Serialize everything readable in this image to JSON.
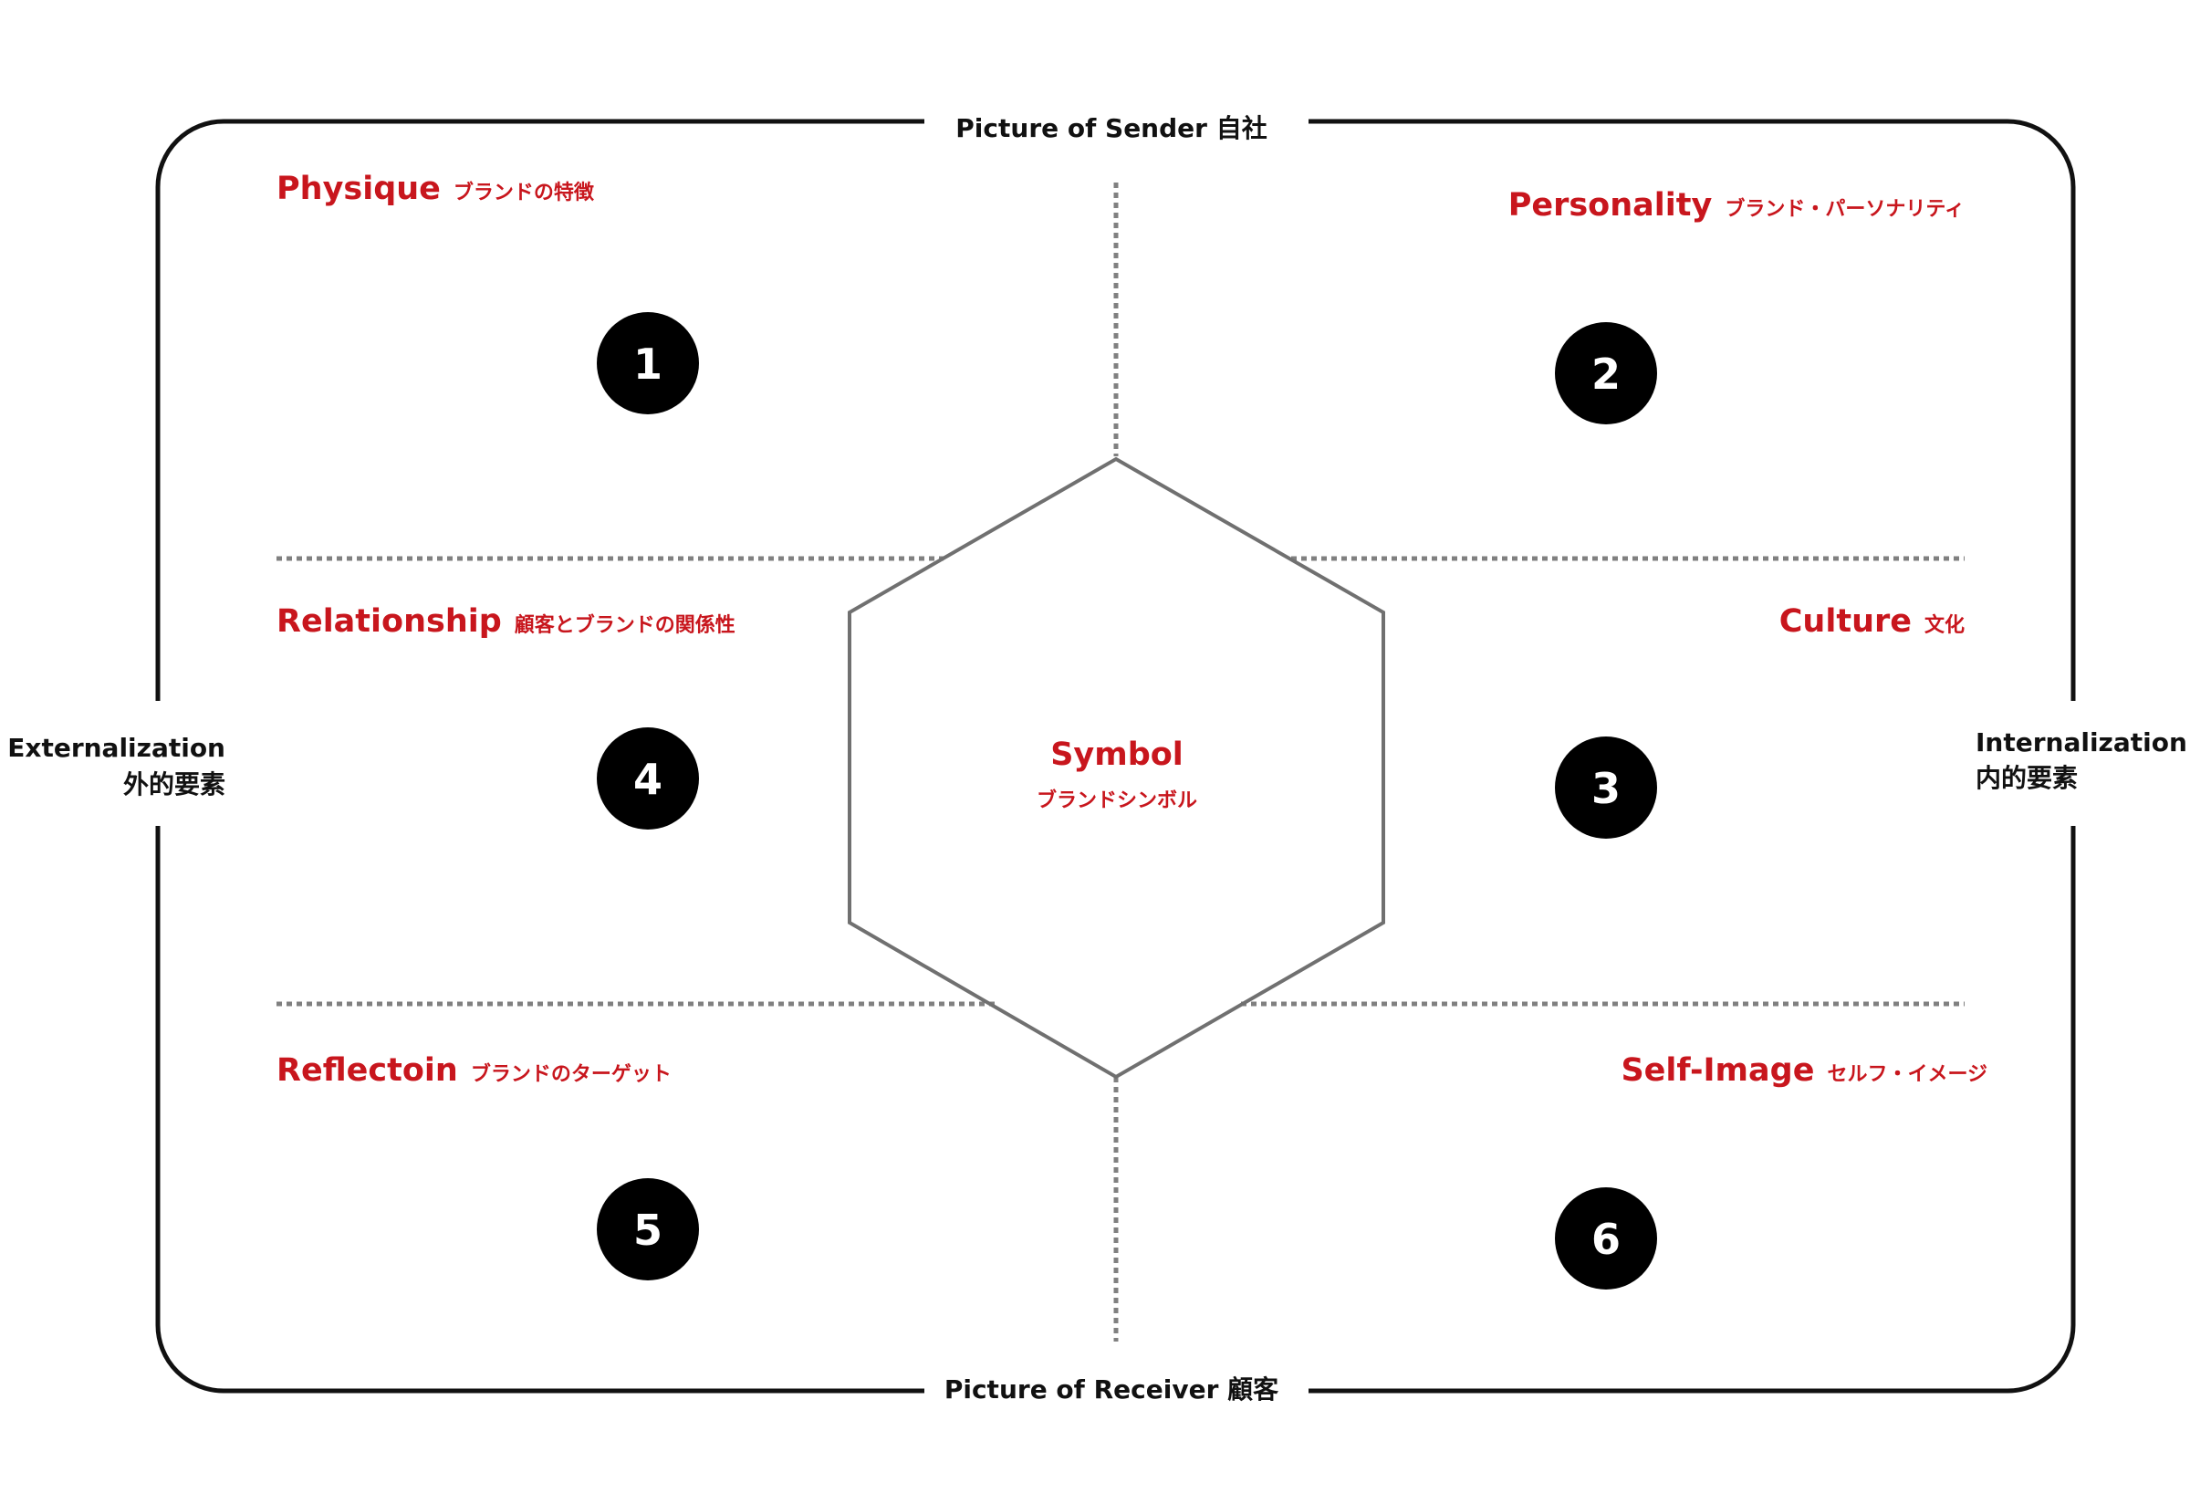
{
  "axes": {
    "top": "Picture of  Sender  自社",
    "bottom": "Picture of  Receiver  顧客",
    "left": {
      "en": "Externalization",
      "ja": "外的要素"
    },
    "right": {
      "en": "Internalization",
      "ja": "内的要素"
    }
  },
  "center": {
    "en": "Symbol",
    "ja": "ブランドシンボル"
  },
  "facets": [
    {
      "number": "1",
      "en": "Physique",
      "ja": "ブランドの特徴"
    },
    {
      "number": "2",
      "en": "Personality",
      "ja": "ブランド・パーソナリティ"
    },
    {
      "number": "3",
      "en": "Culture",
      "ja": "文化"
    },
    {
      "number": "4",
      "en": "Relationship",
      "ja": "顧客とブランドの関係性"
    },
    {
      "number": "5",
      "en": "Reflectoin",
      "ja": "ブランドのターゲット"
    },
    {
      "number": "6",
      "en": "Self-Image",
      "ja": "セルフ・イメージ"
    }
  ],
  "colors": {
    "accent": "#c8161d",
    "frame": "#111111",
    "hexagon": "#707070",
    "divider": "#808080",
    "badge": "#000000"
  }
}
